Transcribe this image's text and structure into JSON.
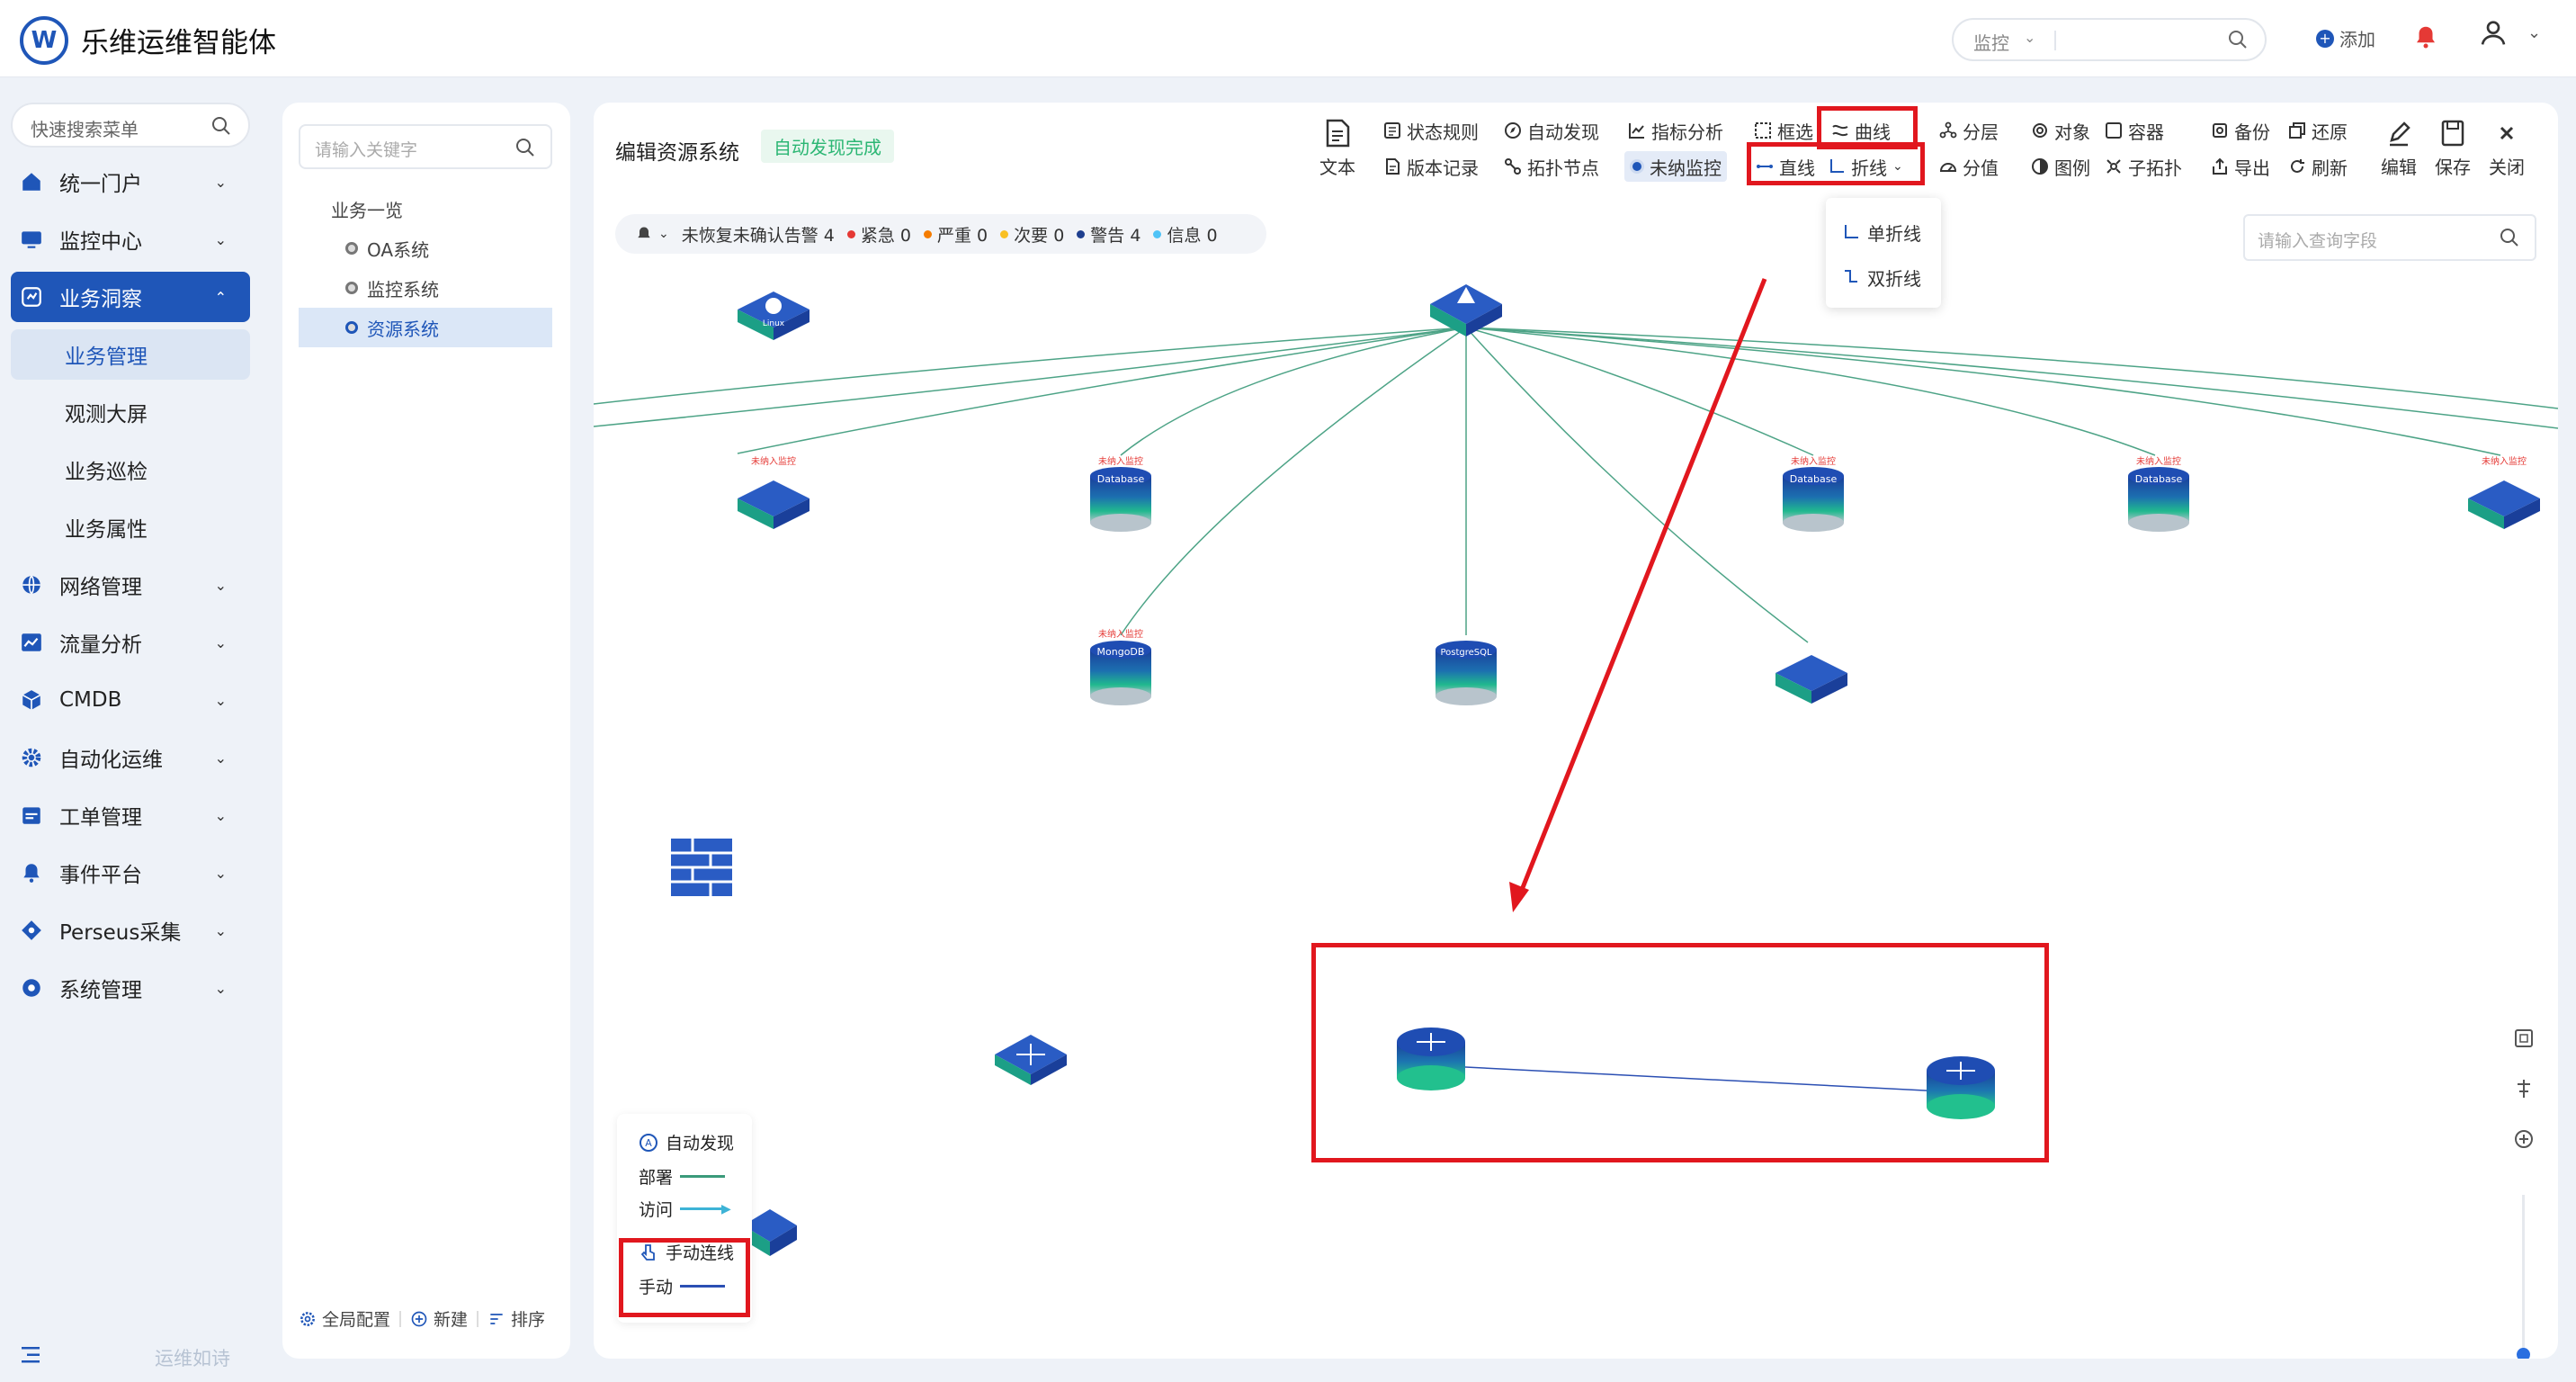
{
  "app": {
    "title": "乐维运维智能体",
    "footer_slogan": "运维如诗"
  },
  "header": {
    "search_scope": "监控",
    "add_label": "添加"
  },
  "sidebar": {
    "search_placeholder": "快速搜索菜单",
    "items": [
      {
        "label": "统一门户"
      },
      {
        "label": "监控中心"
      },
      {
        "label": "业务洞察",
        "active": true
      },
      {
        "label": "网络管理"
      },
      {
        "label": "流量分析"
      },
      {
        "label": "CMDB"
      },
      {
        "label": "自动化运维"
      },
      {
        "label": "工单管理"
      },
      {
        "label": "事件平台"
      },
      {
        "label": "Perseus采集"
      },
      {
        "label": "系统管理"
      }
    ],
    "sub_items": [
      {
        "label": "业务管理",
        "active": true
      },
      {
        "label": "观测大屏"
      },
      {
        "label": "业务巡检"
      },
      {
        "label": "业务属性"
      }
    ]
  },
  "tree": {
    "search_placeholder": "请输入关键字",
    "root_label": "业务一览",
    "nodes": [
      {
        "label": "OA系统"
      },
      {
        "label": "监控系统"
      },
      {
        "label": "资源系统",
        "active": true
      }
    ],
    "footer": {
      "config": "全局配置",
      "new": "新建",
      "sort": "排序"
    }
  },
  "editor": {
    "title": "编辑资源系统",
    "status": "自动发现完成",
    "toolbar": {
      "text": "文本",
      "state_rule": "状态规则",
      "version_record": "版本记录",
      "auto_discover": "自动发现",
      "topo_node": "拓扑节点",
      "metric_analysis": "指标分析",
      "unmonitored": "未纳监控",
      "box_select": "框选",
      "curve": "曲线",
      "straight": "直线",
      "polyline": "折线",
      "layer": "分层",
      "split_value": "分值",
      "object": "对象",
      "legend": "图例",
      "container": "容器",
      "sub_topo": "子拓扑",
      "backup": "备份",
      "restore": "还原",
      "export": "导出",
      "refresh": "刷新",
      "edit": "编辑",
      "save": "保存",
      "close": "关闭"
    },
    "polyline_menu": [
      "单折线",
      "双折线"
    ],
    "alarm_bar": {
      "summary": "未恢复未确认告警 4",
      "items": [
        {
          "label": "紧急 0",
          "color": "#e53935"
        },
        {
          "label": "严重 0",
          "color": "#f57c00"
        },
        {
          "label": "次要 0",
          "color": "#f9c023"
        },
        {
          "label": "警告 4",
          "color": "#1f3f8f"
        },
        {
          "label": "信息 0",
          "color": "#4fc3f7"
        }
      ]
    },
    "field_search_placeholder": "请输入查询字段",
    "node_tags": {
      "unmonitored": "未纳入监控",
      "database": "Database",
      "mongodb": "MongoDB",
      "postgresql": "PostgreSQL",
      "linux": "Linux"
    },
    "legend": {
      "auto_discover": "自动发现",
      "deploy": "部署",
      "access": "访问",
      "manual_link": "手动连线",
      "manual": "手动"
    },
    "colors": {
      "brand": "#1f56b8",
      "deploy_line": "#3a9a7a",
      "access_line": "#3db3d6",
      "manual_line": "#2b4fb3",
      "highlight": "#e1171e"
    }
  }
}
